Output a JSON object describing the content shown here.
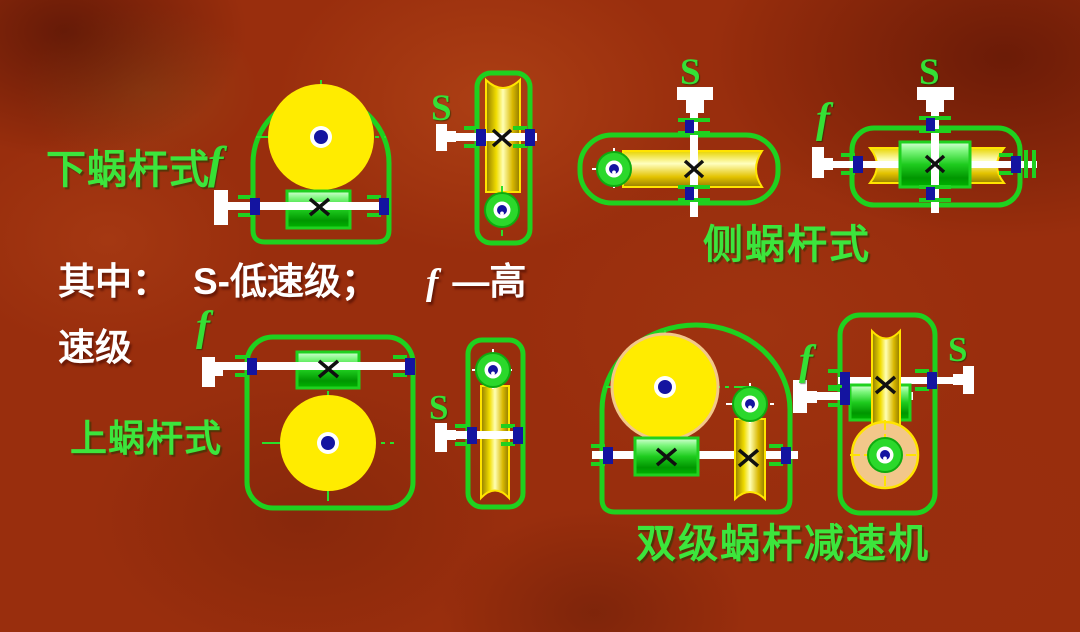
{
  "slide": {
    "topic": "worm-gear-reducer-arrangements"
  },
  "colors": {
    "background_rust": "#992e0d",
    "line_green": "#1fd11f",
    "label_green": "#3ce53c",
    "wheel_yellow": "#ffec00",
    "worm_green_dark": "#009a00",
    "bearing_navy": "#1414a0",
    "shaft_white": "#ffffff",
    "big_wheel_peach": "#f2c78a",
    "legend_white": "#ffffff"
  },
  "labels": {
    "lower_worm_type": "下蜗杆式",
    "side_worm_type": "侧蜗杆式",
    "upper_worm_type": "上蜗杆式",
    "two_stage_reducer": "双级蜗杆减速机",
    "s_symbol": "S",
    "f_symbol": "f"
  },
  "legend": {
    "prefix": "其中：",
    "s_definition": "S-低速级；",
    "f_symbol": "f",
    "f_definition_start": "—高",
    "f_definition_wrap": "速级"
  }
}
